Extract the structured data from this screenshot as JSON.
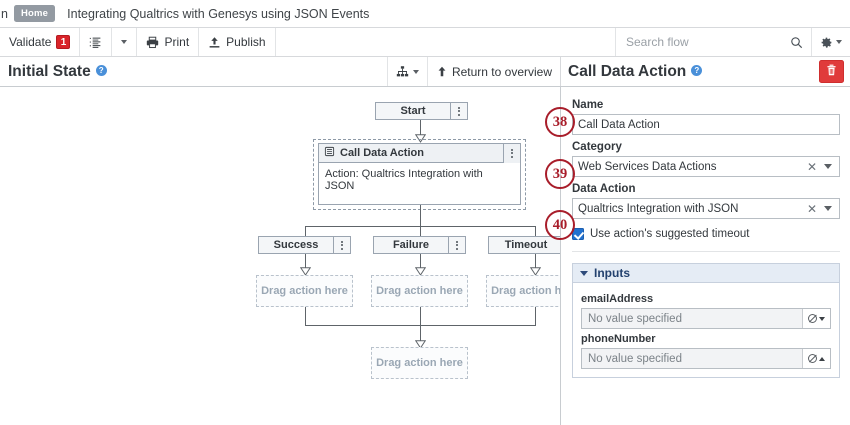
{
  "breadcrumb": {
    "truncated_prefix": "n",
    "home_badge": "Home",
    "title": "Integrating Qualtrics with Genesys using JSON Events"
  },
  "toolbar": {
    "validate_label": "Validate",
    "validate_count": "1",
    "list_icon": "list-ordered-icon",
    "dropdown_icon": "chevron-down-icon",
    "print_label": "Print",
    "print_icon": "printer-icon",
    "publish_label": "Publish",
    "publish_icon": "upload-icon",
    "search_placeholder": "Search flow",
    "search_value": "",
    "search_icon": "search-icon",
    "gear_icon": "gear-icon",
    "gear_caret_icon": "chevron-down-icon"
  },
  "header": {
    "flow_title": "Initial State",
    "flow_help_icon": "help-icon",
    "hierarchy_icon": "org-chart-icon",
    "hierarchy_caret_icon": "chevron-down-icon",
    "return_label": "Return to overview",
    "return_icon": "arrow-up-icon",
    "panel_title": "Call Data Action",
    "panel_help_icon": "help-icon",
    "delete_icon": "trash-icon"
  },
  "canvas": {
    "start_node": {
      "label": "Start",
      "menu_icon": "kebab-menu-icon"
    },
    "call_data_action": {
      "header_label": "Call Data Action",
      "header_icon": "data-action-icon",
      "menu_icon": "kebab-menu-icon",
      "body_text": "Action: Qualtrics Integration with JSON"
    },
    "branches": [
      {
        "label": "Success",
        "menu_icon": "kebab-menu-icon",
        "drop_text": "Drag action here"
      },
      {
        "label": "Failure",
        "menu_icon": "kebab-menu-icon",
        "drop_text": "Drag action here"
      },
      {
        "label": "Timeout",
        "menu_icon": "kebab-menu-icon",
        "drop_text": "Drag action here"
      }
    ],
    "merge_drop_text": "Drag action here"
  },
  "panel": {
    "name": {
      "label": "Name",
      "value": "Call Data Action"
    },
    "category": {
      "label": "Category",
      "value": "Web Services Data Actions",
      "clear_icon": "close-icon",
      "caret_icon": "chevron-down-icon"
    },
    "data_action": {
      "label": "Data Action",
      "value": "Qualtrics Integration with JSON",
      "clear_icon": "close-icon",
      "caret_icon": "chevron-down-icon"
    },
    "timeout_checkbox": {
      "label": "Use action's suggested timeout",
      "checked": true
    },
    "inputs_section": {
      "title": "Inputs",
      "caret_icon": "chevron-down-icon",
      "fields": [
        {
          "label": "emailAddress",
          "placeholder": "No value specified",
          "adorn_icon": "no-value-icon",
          "caret": "down"
        },
        {
          "label": "phoneNumber",
          "placeholder": "No value specified",
          "adorn_icon": "no-value-icon",
          "caret": "up"
        }
      ]
    }
  },
  "annotations": [
    {
      "number": "38"
    },
    {
      "number": "39"
    },
    {
      "number": "40"
    }
  ],
  "colors": {
    "accent_blue": "#2271cf",
    "danger_red": "#e03b3b",
    "badge_red": "#d9242a",
    "annotation_red": "#a81d2a",
    "section_blue": "#23416e"
  }
}
